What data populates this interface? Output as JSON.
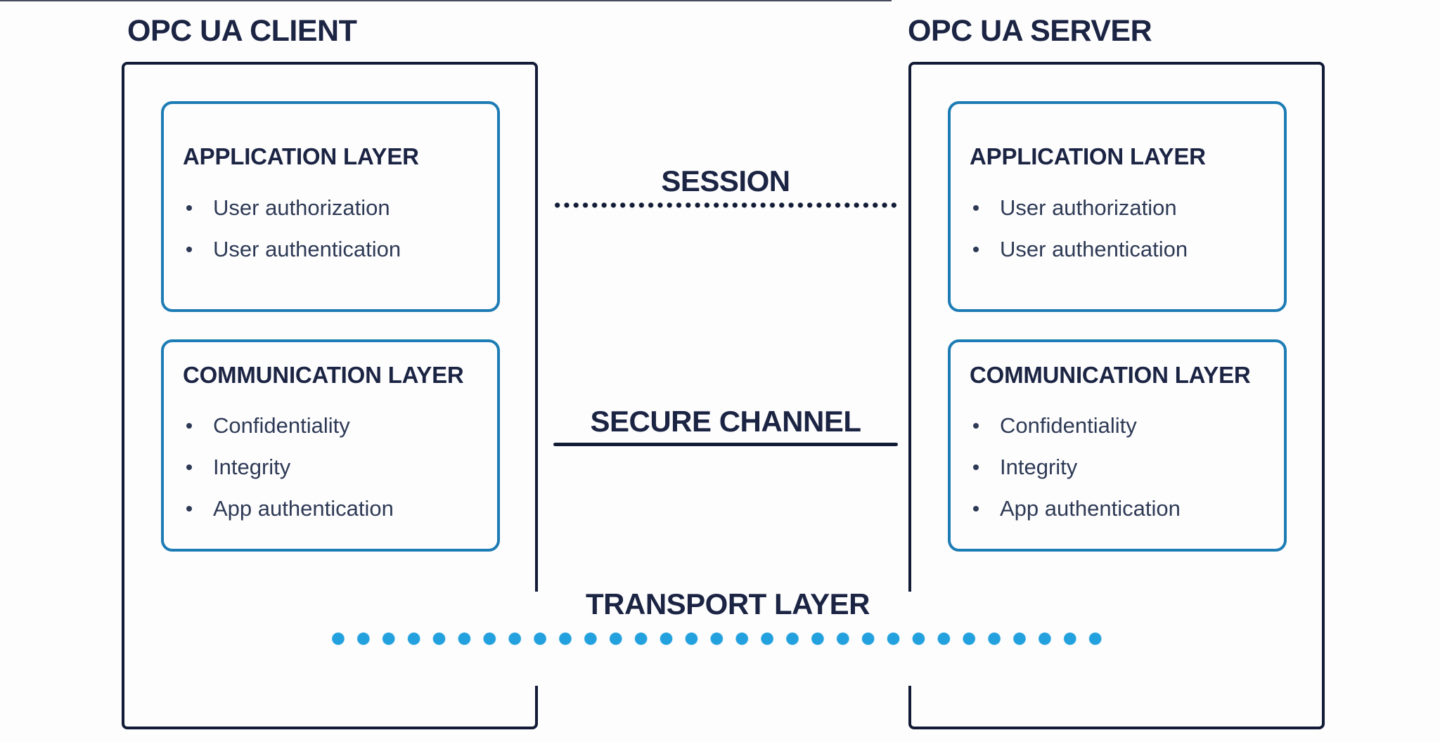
{
  "palette": {
    "navy_text": "#1b2443",
    "navy_line": "#131c36",
    "item_text": "#2e3a55",
    "blue_border": "#1d7cb4",
    "dot_blue": "#23a1de",
    "background": "#fdfdfe"
  },
  "client": {
    "title": "OPC UA CLIENT",
    "layers": [
      {
        "heading": "APPLICATION LAYER",
        "items": [
          "User authorization",
          "User authentication"
        ]
      },
      {
        "heading": "COMMUNICATION LAYER",
        "items": [
          "Confidentiality",
          "Integrity",
          "App authentication"
        ]
      }
    ]
  },
  "server": {
    "title": "OPC UA SERVER",
    "layers": [
      {
        "heading": "APPLICATION LAYER",
        "items": [
          "User authorization",
          "User authentication"
        ]
      },
      {
        "heading": "COMMUNICATION LAYER",
        "items": [
          "Confidentiality",
          "Integrity",
          "App authentication"
        ]
      }
    ]
  },
  "middle": {
    "session_label": "SESSION",
    "secure_channel_label": "SECURE CHANNEL",
    "transport_label": "TRANSPORT LAYER"
  }
}
